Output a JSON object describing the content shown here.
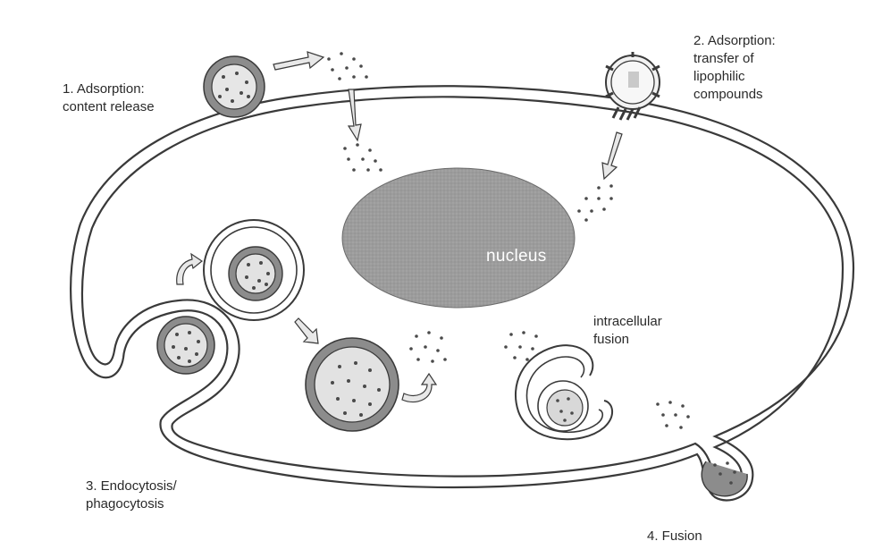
{
  "labels": {
    "adsorption_release": "1. Adsorption:\ncontent release",
    "adsorption_transfer": "2. Adsorption:\ntransfer of\nlipophilic\ncompounds",
    "nucleus": "nucleus",
    "intracellular_fusion": "intracellular\nfusion",
    "endocytosis": "3. Endocytosis/\nphagocytosis",
    "fusion": "4. Fusion"
  },
  "colors": {
    "outline": "#3a3a3a",
    "nucleus_fill": "#9a9a9a",
    "vesicle_fill": "#dcdcdc",
    "vesicle_shell": "#8c8c8c",
    "dot": "#4a4a4a",
    "arrow_fill": "#e8e8e8"
  }
}
